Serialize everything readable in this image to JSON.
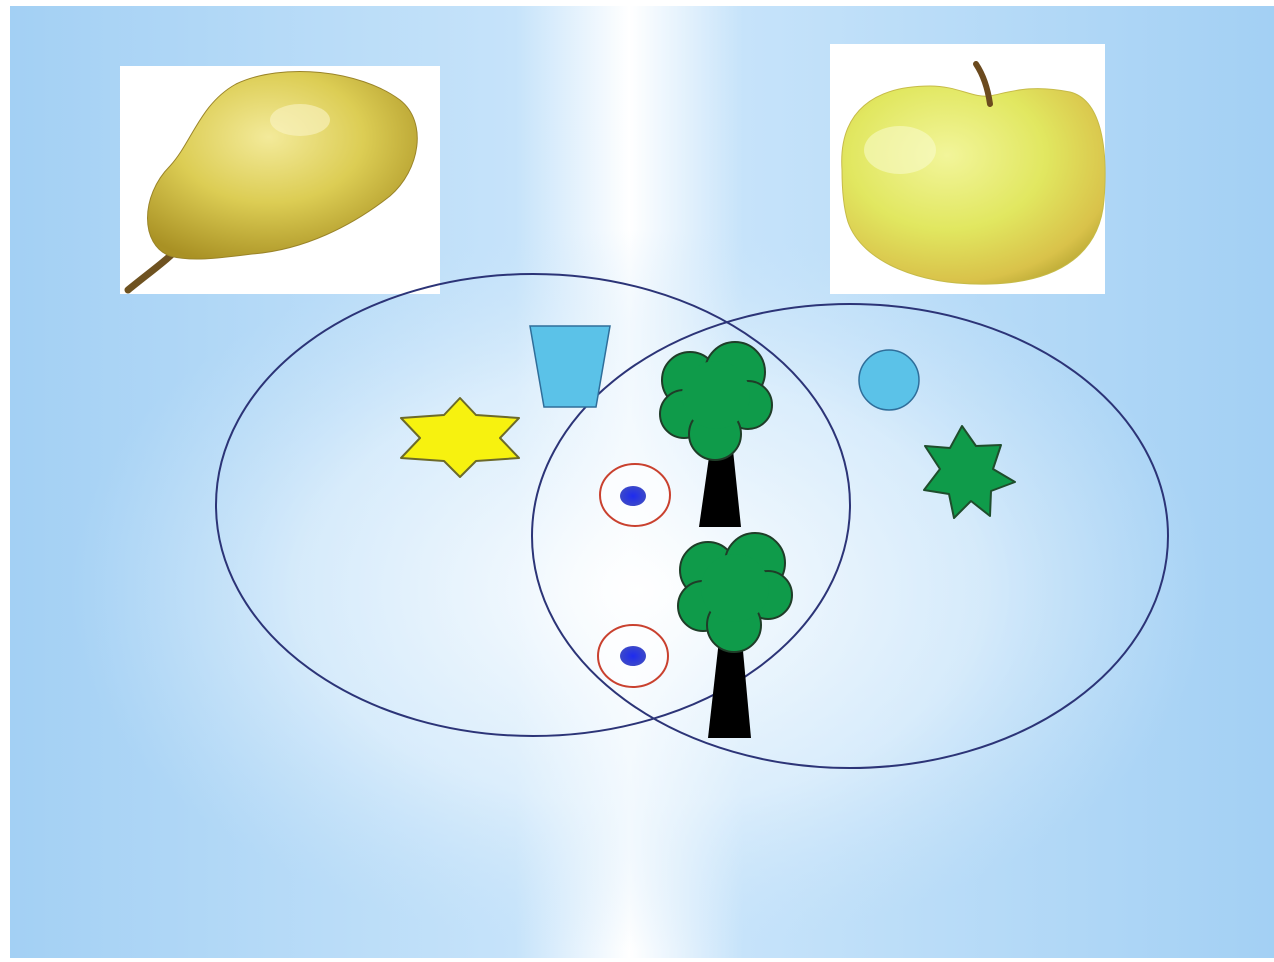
{
  "slide": {
    "images": [
      {
        "name": "pear",
        "icon": "pear-photo"
      },
      {
        "name": "apple",
        "icon": "apple-photo"
      }
    ],
    "diagram": {
      "type": "venn",
      "sets": [
        {
          "name": "pear",
          "region_label": ""
        },
        {
          "name": "apple",
          "region_label": ""
        }
      ],
      "items": [
        {
          "shape": "six-point-star",
          "color": "#f7f20f",
          "region": "pear-only"
        },
        {
          "shape": "trapezoid",
          "color": "#5bc2e8",
          "region": "pear-only"
        },
        {
          "shape": "circle",
          "color": "#5bc2e8",
          "region": "apple-only"
        },
        {
          "shape": "seven-point-star",
          "color": "#0f9b4a",
          "region": "apple-only"
        },
        {
          "shape": "tree",
          "color": "#0f9b4a",
          "region": "both"
        },
        {
          "shape": "tree",
          "color": "#0f9b4a",
          "region": "both"
        },
        {
          "shape": "ringed-dot",
          "color": "#2d33d8",
          "region": "both"
        },
        {
          "shape": "ringed-dot",
          "color": "#2d33d8",
          "region": "both"
        }
      ],
      "colors": {
        "outline": "#2c3477",
        "ring": "#c9412f",
        "background": "#a9d5f5"
      }
    }
  }
}
